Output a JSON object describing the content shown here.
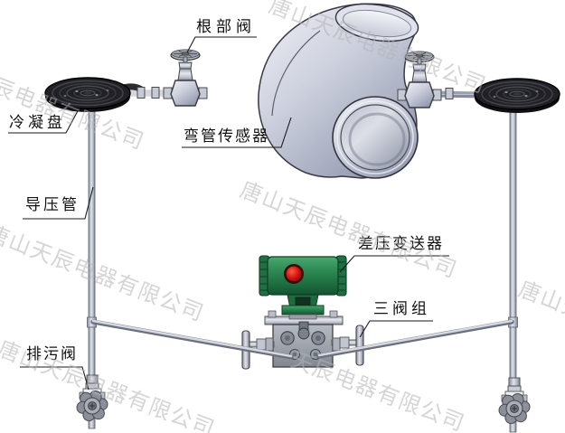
{
  "diagram": {
    "kind": "elbow-flowmeter-installation-3d-diagram",
    "labels": {
      "root_valve": "根部阀",
      "condensate_plate": "冷凝盘",
      "elbow_sensor": "弯管传感器",
      "impulse_pipe": "导压管",
      "dp_transmitter": "差压变送器",
      "three_valve_manifold": "三阀组",
      "blowdown_valve": "排污阀"
    },
    "watermark": {
      "text": "唐山天辰电器有限公司",
      "partial_text": "天辰电器有限公司",
      "color": "#b4b4b8"
    },
    "colors": {
      "background": "#ffffff",
      "metal_light": "#e6e8ee",
      "metal_mid": "#c2c6d2",
      "metal_dark": "#8f94a8",
      "outline": "#3a3a45",
      "disc_black": "#1d1d22",
      "transmitter_green": "#2f8b55",
      "transmitter_green_dark": "#14532f",
      "transmitter_window_red": "#d31414",
      "label_text": "#111111",
      "leader_line": "#1a1a1a"
    }
  }
}
